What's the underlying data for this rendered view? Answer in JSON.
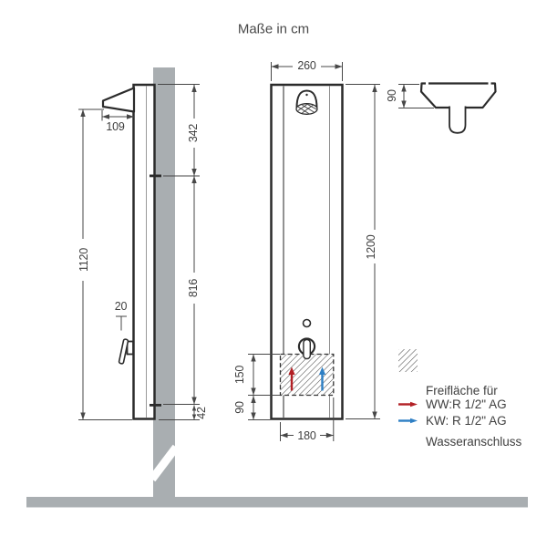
{
  "title": "Maße in cm",
  "views": {
    "side": {
      "dims": {
        "outlet_projection": "109",
        "top_to_upper_mount": "342",
        "outlet_height": "1120",
        "mount_span": "816",
        "lever": "20",
        "lower_mount_offset": "42"
      }
    },
    "front": {
      "dims": {
        "panel_width": "260",
        "panel_height": "1200",
        "connection_area_height": "150",
        "connection_area_bottom_offset": "90",
        "connection_area_width": "180"
      }
    },
    "top": {
      "dims": {
        "panel_depth": "90"
      }
    }
  },
  "legend": {
    "hatch_line1": "Freifläche für",
    "hatch_line2": "Wasseranschluss",
    "ww_label": "WW:",
    "ww_value": "R 1/2\" AG",
    "kw_label": "KW:",
    "kw_value": "R 1/2\" AG"
  },
  "colors": {
    "warm_water_red": "#b22025",
    "cold_water_blue": "#2e7fc4",
    "wall_gray": "#a9aeb1",
    "line_dark": "#2b2b2b",
    "dim_gray": "#474747",
    "text_gray": "#3f3f3f"
  }
}
